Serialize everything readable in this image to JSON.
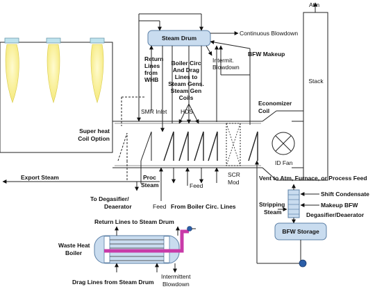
{
  "labels": {
    "atm": "Atm",
    "steam_drum": "Steam Drum",
    "continuous_blowdown": "Continuous Blowdown",
    "bfw_makeup_top": "BFW Makeup",
    "intermit_blowdown_1": "Intermit.",
    "intermit_blowdown_2": "Blowdown",
    "return_lines_1": "Return",
    "return_lines_2": "Lines",
    "return_lines_3": "from",
    "return_lines_4": "WHB",
    "boiler_circ_1": "Boiler Circ",
    "boiler_circ_2": "And Drag",
    "boiler_circ_3": "Lines to",
    "boiler_circ_4": "Steam Gens.",
    "boiler_circ_5": "Steam Gen",
    "boiler_circ_6": "Coils",
    "stack": "Stack",
    "economizer_1": "Economizer",
    "economizer_2": "Coil",
    "smr_inlet": "SMR Inlet",
    "hds": "HDS",
    "superheat_1": "Super heat",
    "superheat_2": "Coil Option",
    "id_fan": "ID Fan",
    "export_steam": "Export Steam",
    "proc_steam_1": "Proc",
    "proc_steam_2": "Steam",
    "feed_mid": "Feed",
    "scr_mod_1": "SCR",
    "scr_mod_2": "Mod",
    "to_degasifier_1": "To Degasifier/",
    "to_degasifier_2": "Deaerator",
    "feed_lower": "Feed",
    "from_boiler_circ": "From Boiler Circ. Lines",
    "vent_to_atm": "Vent to Atm, Furnace, or Process Feed",
    "shift_condensate": "Shift Condensate",
    "stripping_steam_1": "Stripping",
    "stripping_steam_2": "Steam",
    "makeup_bfw": "Makeup BFW",
    "degasifier_deaerator": "Degasifier/Deaerator",
    "bfw_storage": "BFW Storage",
    "return_lines_to_drum": "Return Lines to Steam Drum",
    "waste_heat_1": "Waste Heat",
    "waste_heat_2": "Boiler",
    "drag_lines": "Drag Lines from Steam Drum",
    "intermittent_1": "Intermittent",
    "intermittent_2": "Blowdown"
  },
  "colors": {
    "vessel_fill": "#c9dcef",
    "vessel_stroke": "#5b7fa6",
    "flame": "#fff7a0",
    "burner": "#bfe3ee",
    "whb_tube": "#c83aa8",
    "pump": "#2b5ea8"
  }
}
